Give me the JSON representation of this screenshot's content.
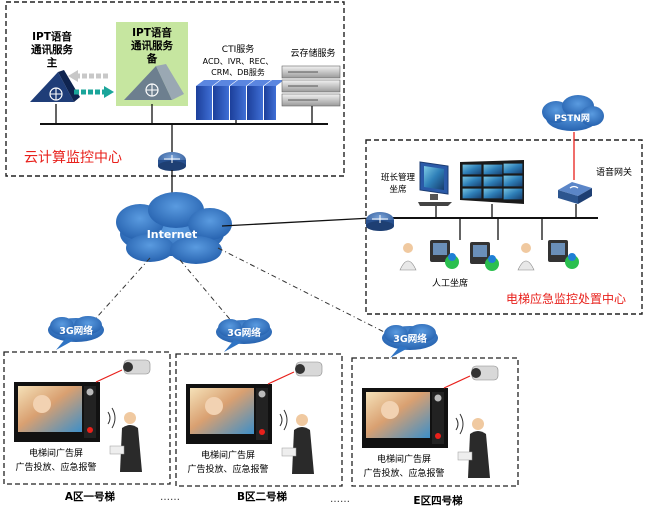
{
  "cloud_center": {
    "title": "云计算监控中心",
    "ipt_primary": [
      "IPT语音",
      "通讯服务",
      "主"
    ],
    "ipt_backup": [
      "IPT语音",
      "通讯服务",
      "备"
    ],
    "cti_title": "CTI服务",
    "cti_items": [
      "ACD、IVR、REC、",
      "CRM、DB服务"
    ],
    "storage_title": "云存储服务"
  },
  "internet": {
    "label": "Internet"
  },
  "emergency_center": {
    "title": "电梯应急监控处置中心",
    "pstn": "PSTN网",
    "voice_gateway": "语音网关",
    "shift_leader": [
      "班长管理",
      "坐席"
    ],
    "agents": "人工坐席"
  },
  "zones": [
    {
      "network": "3G网络",
      "screen_lines": [
        "电梯间广告屏",
        "广告投放、应急报警"
      ],
      "name": "A区一号梯"
    },
    {
      "network": "3G网络",
      "screen_lines": [
        "电梯间广告屏",
        "广告投放、应急报警"
      ],
      "name": "B区二号梯"
    },
    {
      "network": "3G网络",
      "screen_lines": [
        "电梯间广告屏",
        "广告投放、应急报警"
      ],
      "name": "E区四号梯"
    }
  ],
  "ellipsis": "……",
  "colors": {
    "title_red": "#e8201b",
    "cloud_blue": "#2f74c4",
    "router_blue": "#3466a8",
    "backup_bg": "#c6e6a0",
    "dash_grey": "#222222",
    "arrow_teal": "#1aa59a",
    "arrow_grey": "#c8c8c8"
  }
}
